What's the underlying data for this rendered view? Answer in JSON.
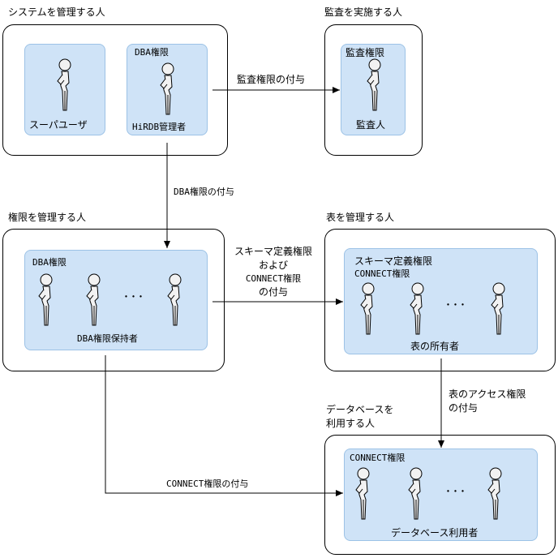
{
  "groups": {
    "system_admin": {
      "title": "システムを管理する人",
      "super_user": "スーパユーザ",
      "dba_auth": "DBA権限",
      "hirdb_admin": "HiRDB管理者"
    },
    "auditor_group": {
      "title": "監査を実施する人",
      "audit_auth": "監査権限",
      "auditor": "監査人"
    },
    "auth_admin": {
      "title": "権限を管理する人",
      "dba_auth": "DBA権限",
      "holders": "DBA権限保持者",
      "ellipsis": "･･･"
    },
    "table_admin": {
      "title": "表を管理する人",
      "schema_auth": "スキーマ定義権限",
      "connect_auth": "CONNECT権限",
      "owners": "表の所有者",
      "ellipsis": "･･･"
    },
    "db_users": {
      "title_line1": "データベースを",
      "title_line2": "利用する人",
      "connect_auth": "CONNECT権限",
      "users": "データベース利用者",
      "ellipsis": "･･･"
    }
  },
  "arrows": {
    "audit_grant": "監査権限の付与",
    "dba_grant": "DBA権限の付与",
    "schema_grant_l1": "スキーマ定義権限",
    "schema_grant_l2": "および",
    "schema_grant_l3": "CONNECT権限",
    "schema_grant_l4": "の付与",
    "access_grant_l1": "表のアクセス権限",
    "access_grant_l2": "の付与",
    "connect_grant": "CONNECT権限の付与"
  },
  "colors": {
    "inner_fill": "#cfe3f7",
    "inner_border": "#9cc2e6",
    "line": "#000000"
  }
}
